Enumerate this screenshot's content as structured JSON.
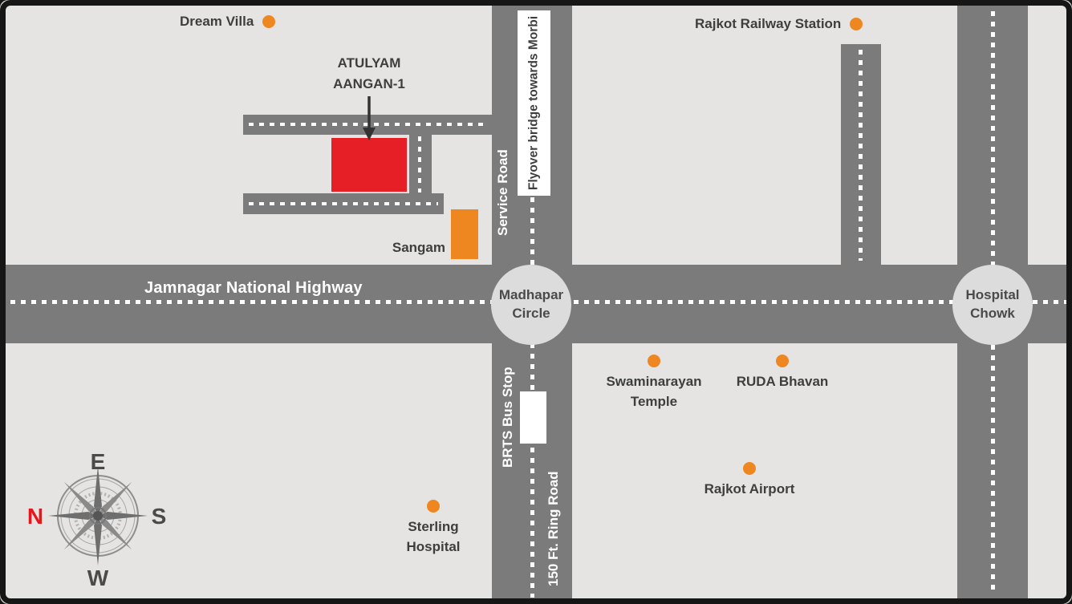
{
  "project": {
    "line1": "ATULYAM",
    "line2": "AANGAN-1"
  },
  "roads": {
    "highway_label": "Jamnagar National Highway",
    "service_road_label": "Service Road",
    "flyover_label": "Flyover bridge towards Morbi",
    "brts_label": "BRTS Bus Stop",
    "ring_road_label": "150 Ft. Ring Road"
  },
  "junctions": {
    "madhapar_label": "Madhapar Circle",
    "hospital_label": "Hospital Chowk"
  },
  "landmarks": {
    "dream_villa": "Dream Villa",
    "railway_station": "Rajkot Railway Station",
    "swaminarayan": "Swaminarayan Temple",
    "ruda": "RUDA Bhavan",
    "airport": "Rajkot Airport",
    "sterling": "Sterling Hospital",
    "sangam": "Sangam"
  },
  "compass": {
    "top": "E",
    "left": "N",
    "right": "S",
    "bottom": "W"
  },
  "colors": {
    "background": "#e5e4e2",
    "frame": "#161616",
    "road": "#7b7b7b",
    "road_dash": "#ffffff",
    "junction_fill": "#dcdcdc",
    "project_red": "#e61e25",
    "landmark_orange": "#ef8721",
    "label_dark": "#3e3e3e",
    "north_red": "#e8151c"
  }
}
